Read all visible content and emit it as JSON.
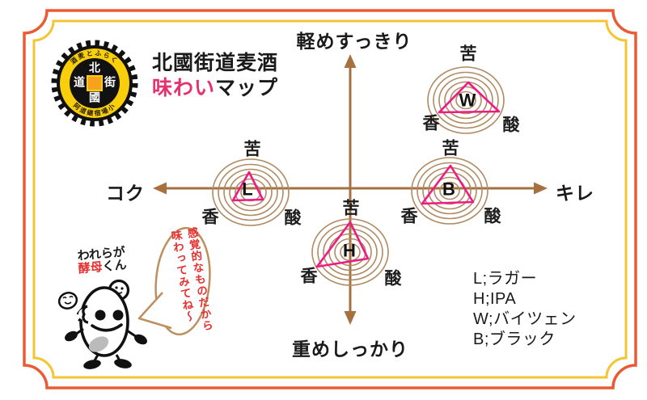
{
  "title": {
    "brand": "北國街道麦酒",
    "accent": "味わい",
    "rest": "マップ"
  },
  "seal": {
    "ring_top": "酒麦とふらく",
    "ring_bottom": "阿道継宿場小",
    "coin_top": "北",
    "coin_right": "街",
    "coin_bottom": "國",
    "coin_left": "道"
  },
  "axes": {
    "top": "軽めすっきり",
    "bottom": "重めしっかり",
    "left": "コク",
    "right": "キレ"
  },
  "clusters": [
    {
      "letter": "W",
      "top": "苦",
      "left": "香",
      "right": "酸"
    },
    {
      "letter": "L",
      "top": "苦",
      "left": "香",
      "right": "酸"
    },
    {
      "letter": "B",
      "top": "苦",
      "left": "香",
      "right": "酸"
    },
    {
      "letter": "H",
      "top": "苦",
      "left": "香",
      "right": "酸"
    }
  ],
  "legend": {
    "items": [
      "L;ラガー",
      "H;IPA",
      "W;バイツェン",
      "B;ブラック"
    ]
  },
  "mascot": {
    "caption_top": "われらが",
    "caption_accent": "酵母",
    "caption_suffix": "くん",
    "bubble_col1": "感覚的なものだから",
    "bubble_col2": "味わってみてね～"
  },
  "colors": {
    "frame_outer": "#EA5B33",
    "frame_inner": "#F4C433",
    "axis_brown": "#A6713E",
    "ring_tan": "#B08A62",
    "triangle_pink": "#EE1B85",
    "accent_pink": "#E7306E",
    "accent_red": "#E53030"
  },
  "chart_data": {
    "type": "scatter",
    "title": "北國街道麦酒 味わいマップ",
    "x_axis": {
      "negative_label": "コク",
      "positive_label": "キレ",
      "range": [
        -1,
        1
      ]
    },
    "y_axis": {
      "positive_label": "軽めすっきり",
      "negative_label": "重めしっかり",
      "range": [
        -1,
        1
      ]
    },
    "flavor_axes": [
      "苦",
      "香",
      "酸"
    ],
    "points": [
      {
        "label": "W",
        "name": "バイツェン",
        "x": 0.59,
        "y": 0.67
      },
      {
        "label": "L",
        "name": "ラガー",
        "x": -0.51,
        "y": 0.0
      },
      {
        "label": "B",
        "name": "ブラック",
        "x": 0.51,
        "y": 0.0
      },
      {
        "label": "H",
        "name": "IPA",
        "x": 0.0,
        "y": -0.47
      }
    ],
    "legend_entries": [
      "L;ラガー",
      "H;IPA",
      "W;バイツェン",
      "B;ブラック"
    ],
    "grid": false,
    "legend_position": "bottom-right"
  }
}
